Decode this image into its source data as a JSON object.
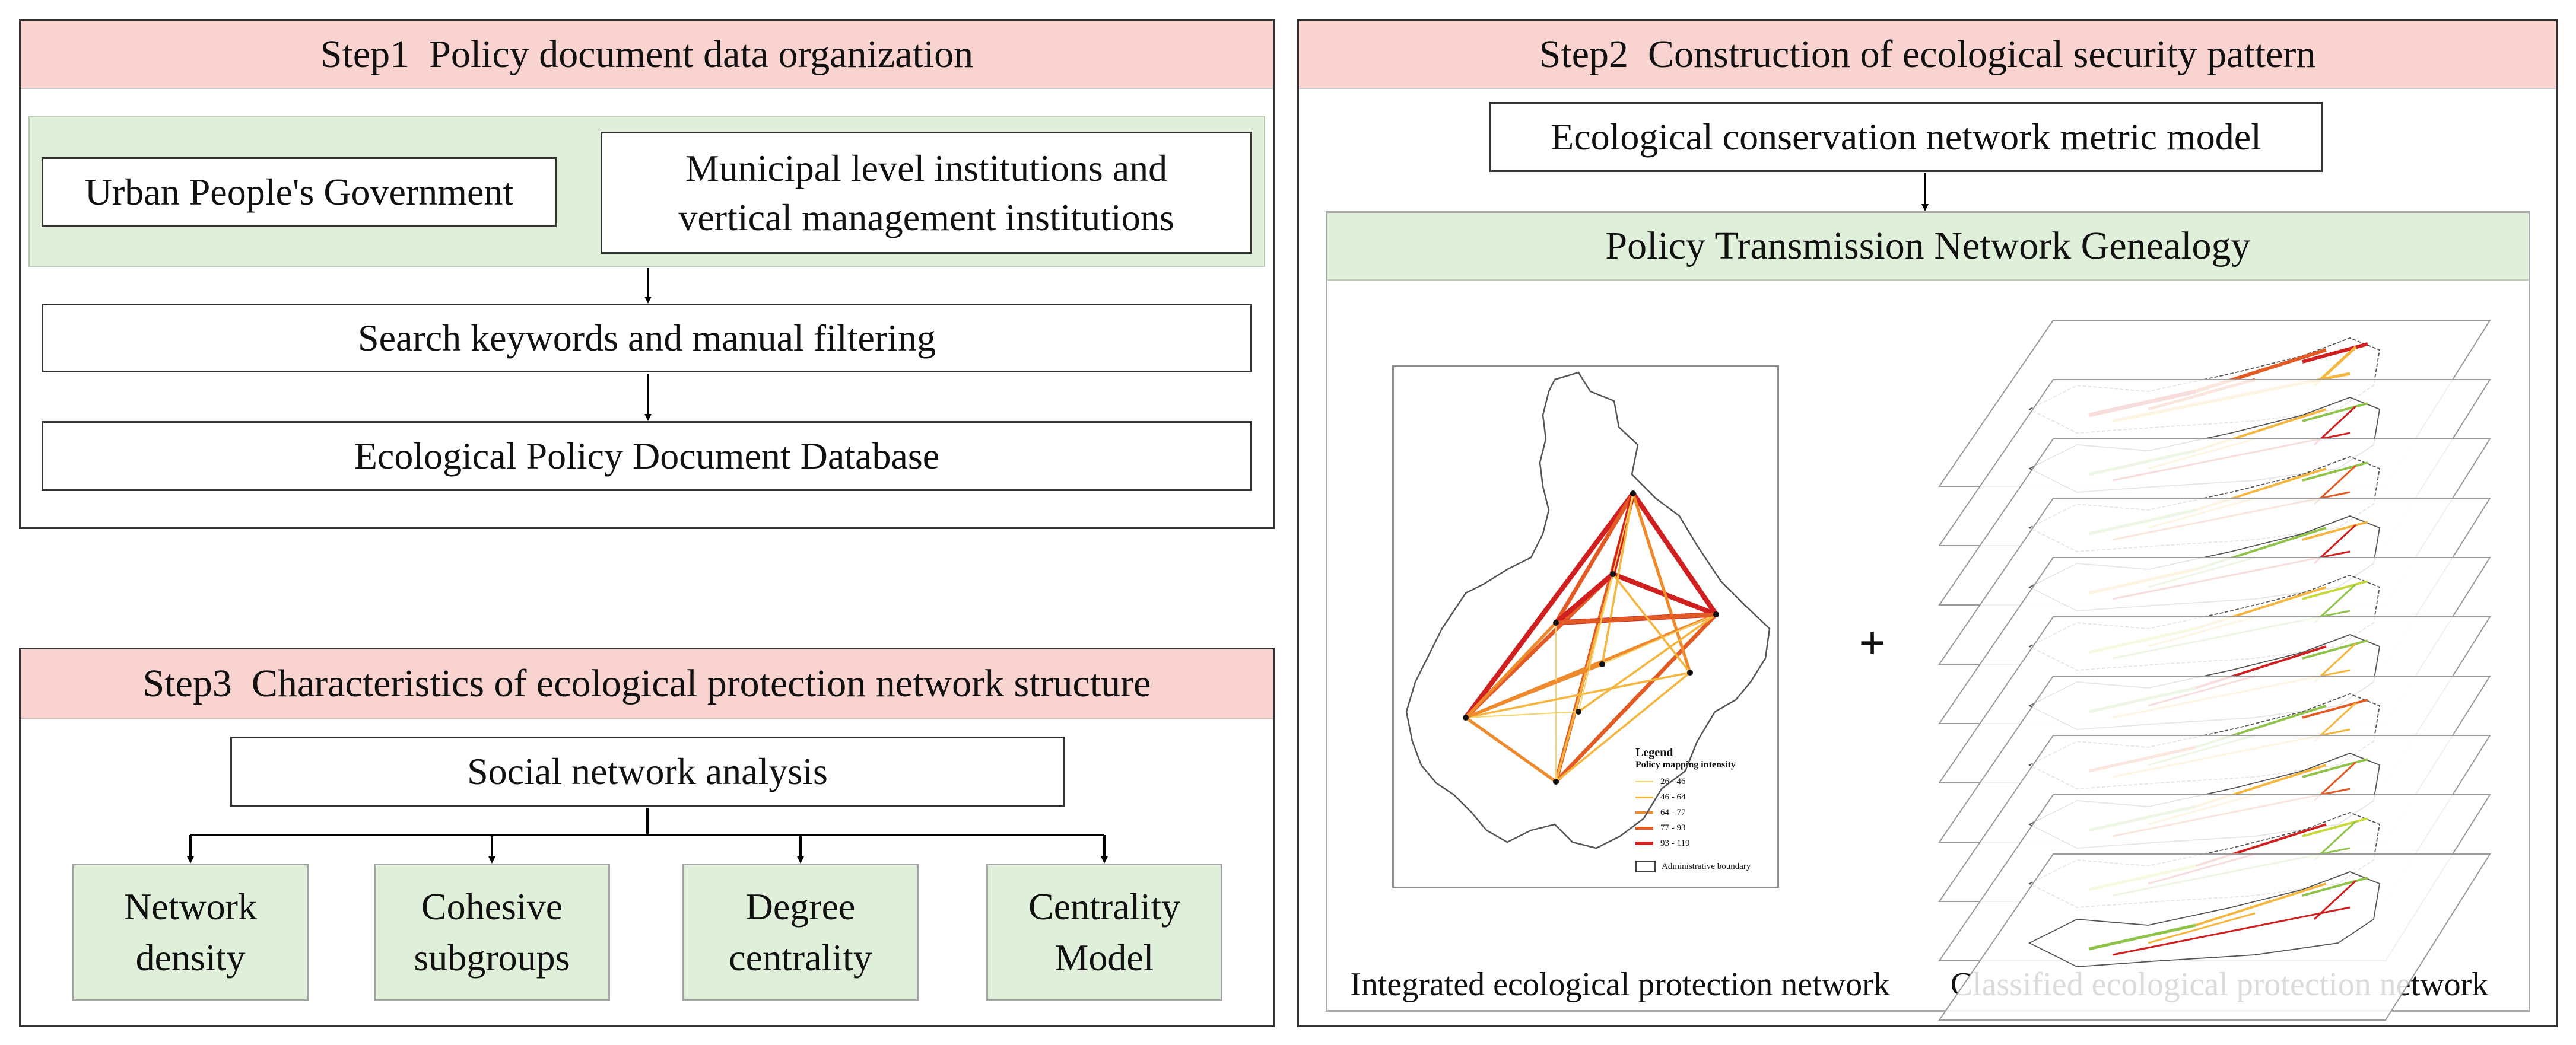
{
  "step1": {
    "title": "Step1  Policy document data organization",
    "source_a": "Urban People's Government",
    "source_b": "Municipal level institutions and vertical management institutions",
    "search": "Search keywords and manual filtering",
    "database": "Ecological Policy Document Database"
  },
  "step2": {
    "title": "Step2  Construction of ecological security pattern",
    "model": "Ecological conservation network metric model",
    "genealogy": "Policy Transmission Network Genealogy",
    "plus": "+",
    "caption_left": "Integrated ecological protection network",
    "caption_right": "Classified ecological protection network",
    "legend": {
      "title": "Legend",
      "subtitle": "Policy mapping intensity",
      "items": [
        {
          "label": "26 - 46",
          "color": "#f6d365"
        },
        {
          "label": "46 - 64",
          "color": "#f4b63e"
        },
        {
          "label": "64 - 77",
          "color": "#ee8a2c"
        },
        {
          "label": "77 - 93",
          "color": "#e35b24"
        },
        {
          "label": "93 - 119",
          "color": "#d01f1f"
        }
      ],
      "boundary": "Administrative boundary"
    }
  },
  "step3": {
    "title": "Step3  Characteristics of ecological protection network structure",
    "analysis": "Social network analysis",
    "metrics": [
      "Network\ndensity",
      "Cohesive\nsubgroups",
      "Degree\ncentrality",
      "Centrality\nModel"
    ]
  },
  "colors": {
    "header_fill": "#f9d3cf",
    "green_fill": "#e0efd9",
    "border": "#333333"
  }
}
